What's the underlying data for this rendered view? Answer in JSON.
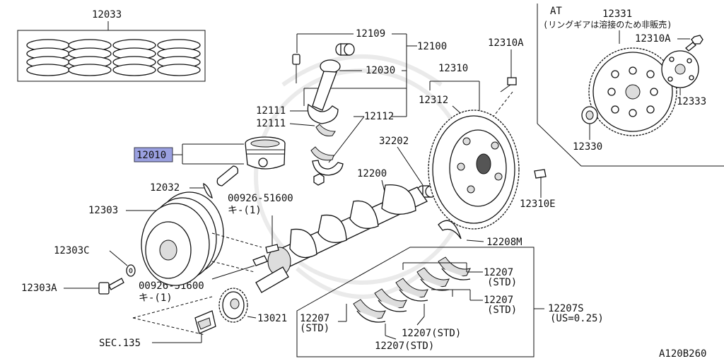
{
  "labels": {
    "l12033": "12033",
    "l12109": "12109",
    "l12100": "12100",
    "l12030": "12030",
    "l12310A_top": "12310A",
    "l12310": "12310",
    "l12312": "12312",
    "l12111a": "12111",
    "l12111b": "12111",
    "l12112": "12112",
    "l32202": "32202",
    "l12010": "12010",
    "l12200": "12200",
    "l12032": "12032",
    "l00926_top": "00926-51600",
    "l00926_top_sub": "キ-(1)",
    "l12310E": "12310E",
    "l12303": "12303",
    "l12208M": "12208M",
    "l12303C": "12303C",
    "l12207_r1": "12207",
    "l12207_r1_sub": "(STD)",
    "l12303A": "12303A",
    "l00926_bot": "00926-51600",
    "l00926_bot_sub": "キ-(1)",
    "l12207_r2": "12207",
    "l12207_r2_sub": "(STD)",
    "l12207S": "12207S",
    "l12207S_sub": "(US=0.25)",
    "l12207_left": "12207",
    "l12207_left_sub": "(STD)",
    "l13021": "13021",
    "l12207_mid": "12207(STD)",
    "l12207_bot": "12207(STD)",
    "lSEC135": "SEC.135",
    "lAT": "AT",
    "l12331": "12331",
    "lAT_note": "(リングギアは溶接のため非販売)",
    "l12310A_at": "12310A",
    "l12333": "12333",
    "l12330": "12330",
    "lDiagramCode": "A120B260"
  }
}
